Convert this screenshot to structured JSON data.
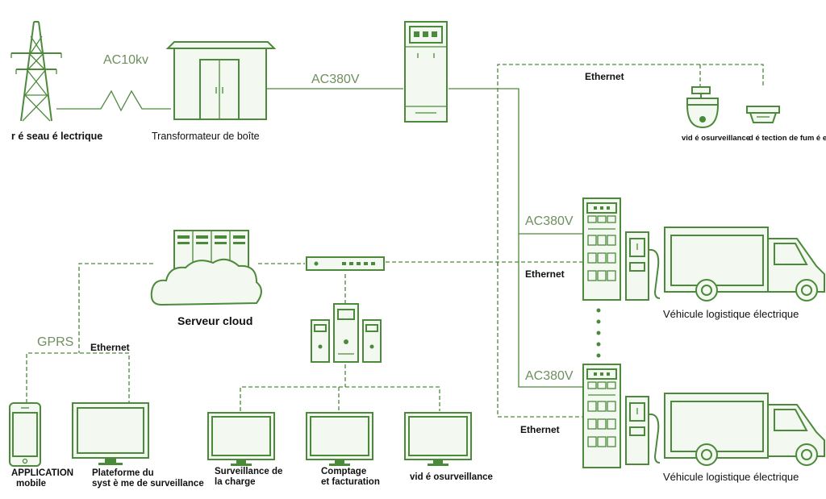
{
  "colors": {
    "accent": "#4c8a3b",
    "dash": "#4c8a3b",
    "fill": "#f3f8f0"
  },
  "labels": {
    "grid": "r é seau  é lectrique",
    "ac10kv": "AC10kv",
    "transformer": "Transformateur de boîte",
    "ac380_top": "AC380V",
    "ethernet_top": "Ethernet",
    "cctv_top": "vid é osurveillance",
    "smoke": "d é tection de fum é e",
    "ac380_mid": "AC380V",
    "ethernet_mid": "Ethernet",
    "vehicle_1": "Véhicule logistique électrique",
    "cloud": "Serveur cloud",
    "gprs": "GPRS",
    "ethernet_left": "Ethernet",
    "ac380_low": "AC380V",
    "ethernet_low": "Ethernet",
    "vehicle_2": "Véhicule logistique électrique",
    "app_1": "APPLICATION",
    "app_2": "mobile",
    "platform_1": "Plateforme du",
    "platform_2": "syst è me de surveillance",
    "charge_1": "Surveillance de",
    "charge_2": "la charge",
    "billing_1": "Comptage",
    "billing_2": "et facturation",
    "cctv_bottom": "vid é osurveillance"
  }
}
